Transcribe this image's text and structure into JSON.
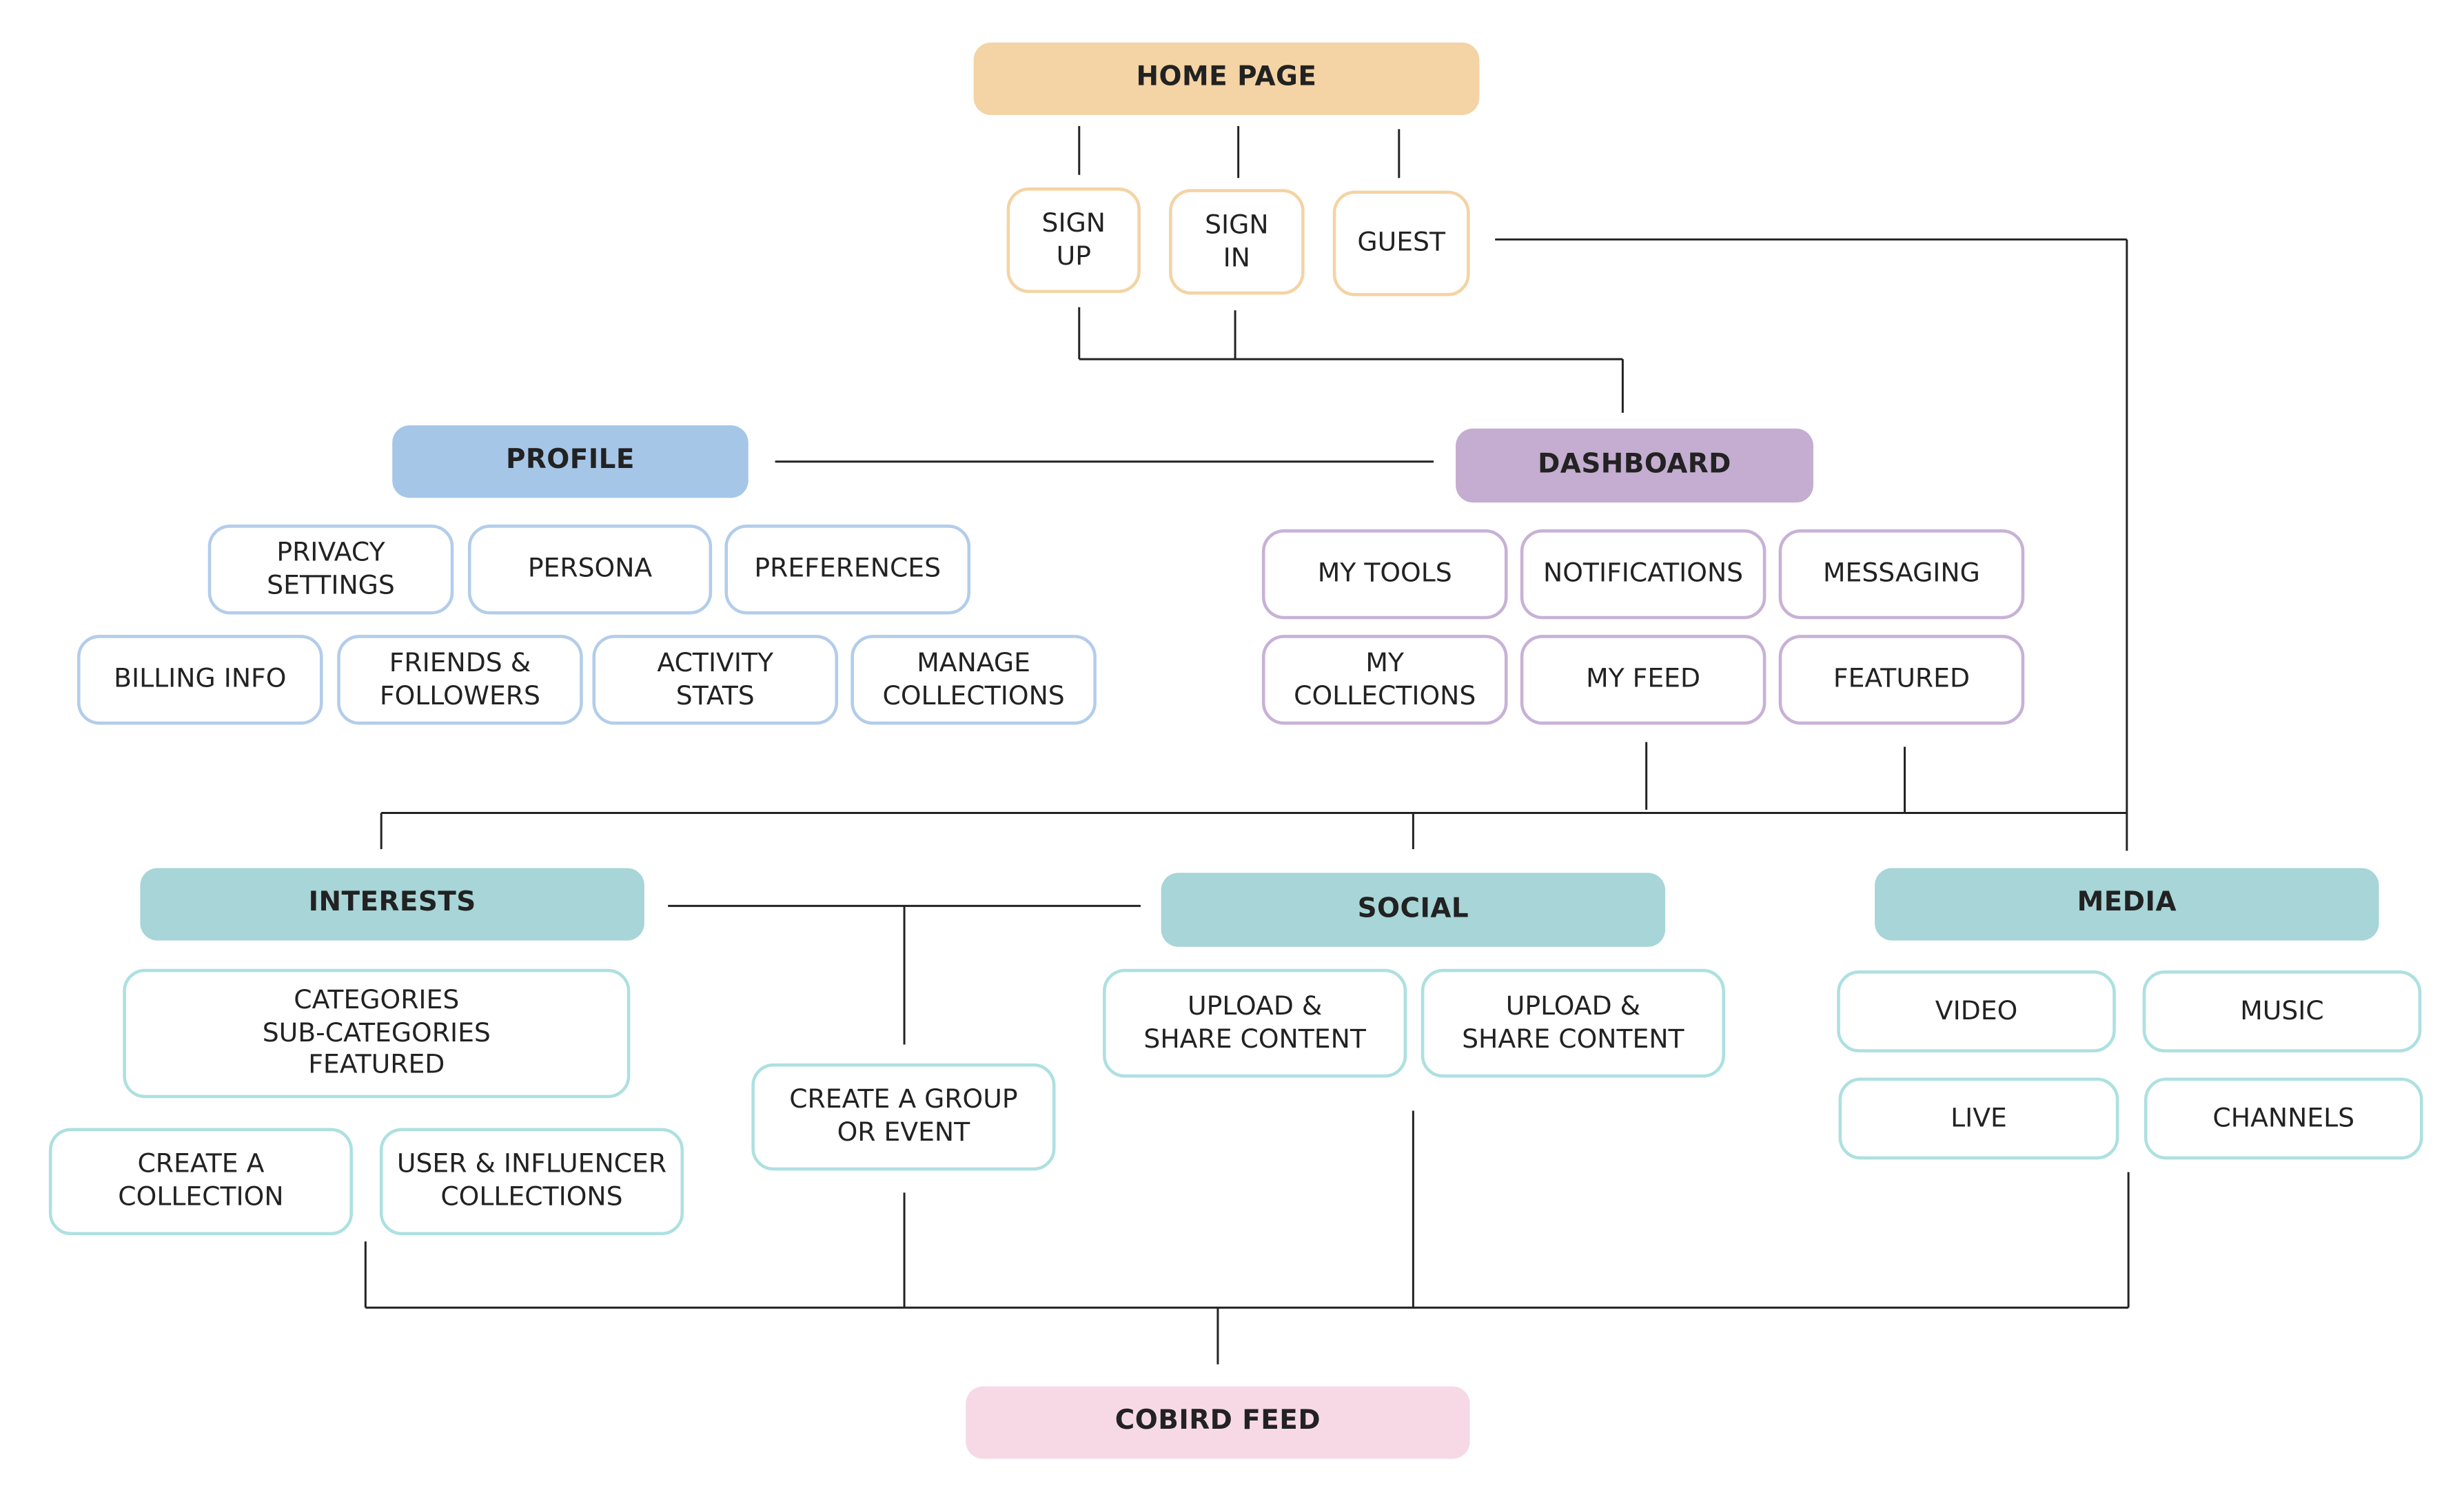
{
  "colors": {
    "home": "#f4d3a4",
    "profile": "#a6c6e8",
    "dashboard": "#c4add0",
    "sections": "#a8d5d7",
    "cobird_feed": "#f7d9e6",
    "connector": "#222222"
  },
  "home": {
    "title": "HOME PAGE",
    "entry": {
      "sign_up": "SIGN\nUP",
      "sign_in": "SIGN\nIN",
      "guest": "GUEST"
    }
  },
  "profile": {
    "title": "PROFILE",
    "items": {
      "privacy_settings": "PRIVACY\nSETTINGS",
      "persona": "PERSONA",
      "preferences": "PREFERENCES",
      "billing_info": "BILLING INFO",
      "friends_followers": "FRIENDS &\nFOLLOWERS",
      "activity_stats": "ACTIVITY\nSTATS",
      "manage_collections": "MANAGE\nCOLLECTIONS"
    }
  },
  "dashboard": {
    "title": "DASHBOARD",
    "items": {
      "my_tools": "MY TOOLS",
      "notifications": "NOTIFICATIONS",
      "messaging": "MESSAGING",
      "my_collections": "MY\nCOLLECTIONS",
      "my_feed": "MY FEED",
      "featured": "FEATURED"
    }
  },
  "interests": {
    "title": "INTERESTS",
    "items": {
      "categories": "CATEGORIES\nSUB-CATEGORIES\nFEATURED",
      "create_collection": "CREATE A\nCOLLECTION",
      "user_influencer_collections": "USER & INFLUENCER\nCOLLECTIONS"
    }
  },
  "create_group": "CREATE A GROUP\nOR EVENT",
  "social": {
    "title": "SOCIAL",
    "items": {
      "upload_share_1": "UPLOAD &\nSHARE CONTENT",
      "upload_share_2": "UPLOAD &\nSHARE CONTENT"
    }
  },
  "media": {
    "title": "MEDIA",
    "items": {
      "video": "VIDEO",
      "music": "MUSIC",
      "live": "LIVE",
      "channels": "CHANNELS"
    }
  },
  "cobird_feed": {
    "title": "COBIRD FEED"
  }
}
